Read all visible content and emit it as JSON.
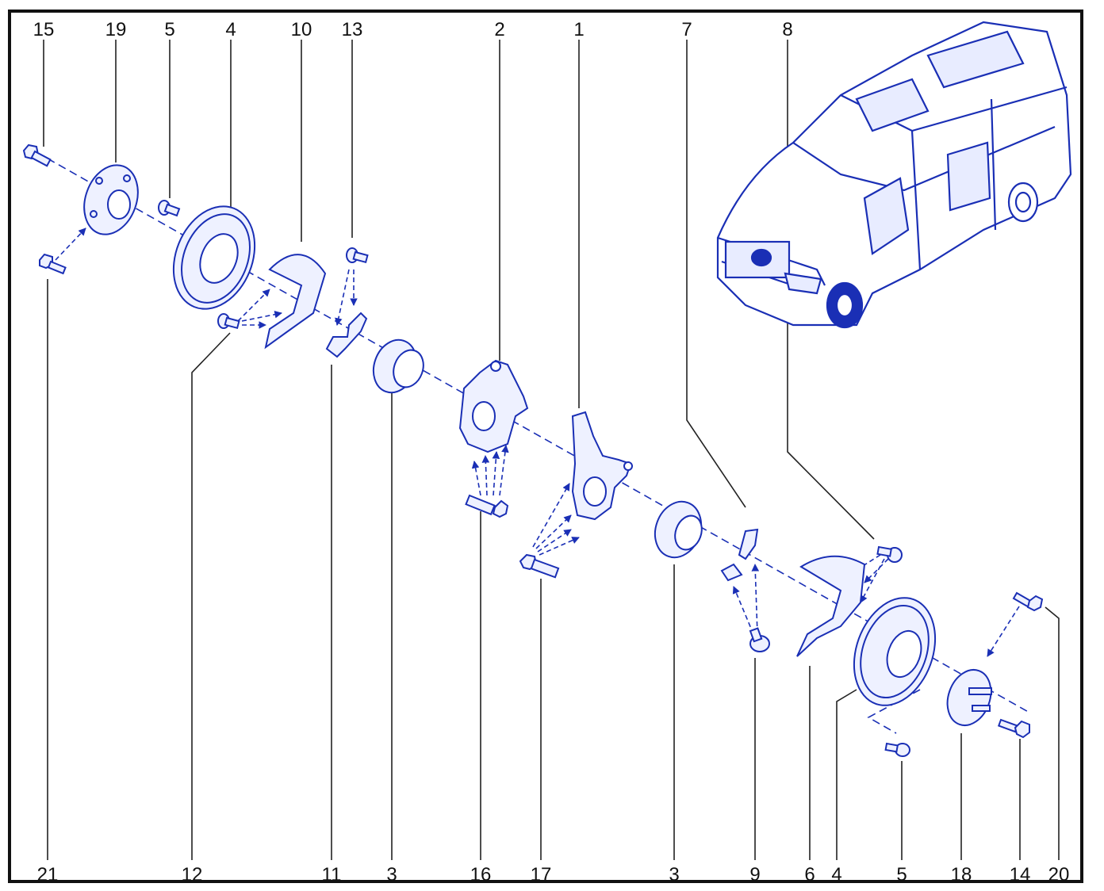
{
  "diagram": {
    "part_color": "#1a2fb5",
    "line_color": "#222222",
    "frame_color": "#111111",
    "top_numbers": [
      {
        "id": "15",
        "text": "15"
      },
      {
        "id": "19",
        "text": "19"
      },
      {
        "id": "5a",
        "text": "5"
      },
      {
        "id": "4a",
        "text": "4"
      },
      {
        "id": "10",
        "text": "10"
      },
      {
        "id": "13",
        "text": "13"
      },
      {
        "id": "2",
        "text": "2"
      },
      {
        "id": "1",
        "text": "1"
      },
      {
        "id": "7",
        "text": "7"
      },
      {
        "id": "8",
        "text": "8"
      }
    ],
    "bottom_numbers": [
      {
        "id": "21",
        "text": "21"
      },
      {
        "id": "12",
        "text": "12"
      },
      {
        "id": "11",
        "text": "11"
      },
      {
        "id": "3a",
        "text": "3"
      },
      {
        "id": "16",
        "text": "16"
      },
      {
        "id": "17",
        "text": "17"
      },
      {
        "id": "3b",
        "text": "3"
      },
      {
        "id": "9",
        "text": "9"
      },
      {
        "id": "6",
        "text": "6"
      },
      {
        "id": "4b",
        "text": "4"
      },
      {
        "id": "5b",
        "text": "5"
      },
      {
        "id": "18",
        "text": "18"
      },
      {
        "id": "14",
        "text": "14"
      },
      {
        "id": "20",
        "text": "20"
      }
    ],
    "vehicle": "van-illustration",
    "icons": [
      "bolt-icon",
      "stud-icon",
      "brake-disc-icon",
      "splash-shield-icon",
      "bracket-icon",
      "wheel-hub-bearing-icon",
      "steering-knuckle-icon",
      "hub-flange-icon",
      "arrow-icon"
    ]
  }
}
